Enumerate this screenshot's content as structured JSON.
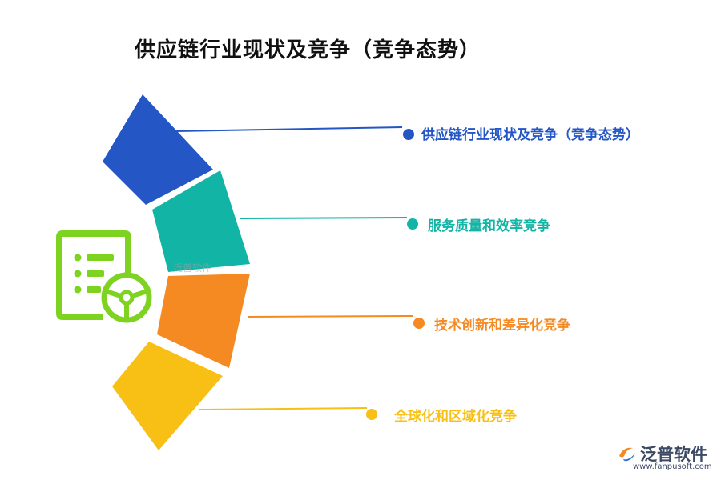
{
  "title": "供应链行业现状及竞争（竞争态势）",
  "items": [
    {
      "label": "供应链行业现状及竞争（竞争态势）",
      "color": "#2457c5"
    },
    {
      "label": "服务质量和效率竞争",
      "color": "#12b5a5"
    },
    {
      "label": "技术创新和差异化竞争",
      "color": "#f58a22"
    },
    {
      "label": "全球化和区域化竞争",
      "color": "#f8c015"
    }
  ],
  "icon": {
    "name": "checklist-steering-wheel-icon",
    "color": "#7ed321"
  },
  "watermark": "泛普软件",
  "brand": {
    "name": "泛普软件",
    "url": "www.fanpusoft.com"
  }
}
